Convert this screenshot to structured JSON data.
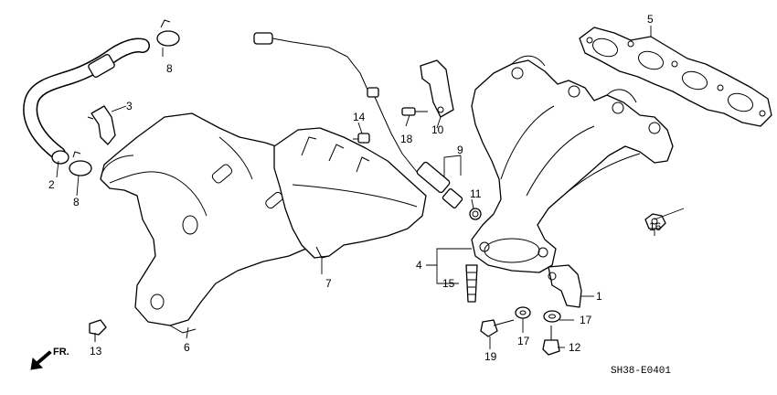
{
  "diagram": {
    "code": "SH38-E0401",
    "direction": "FR.",
    "callouts": {
      "c1": "1",
      "c2": "2",
      "c3": "3",
      "c4": "4",
      "c5": "5",
      "c6": "6",
      "c7": "7",
      "c8a": "8",
      "c8b": "8",
      "c9": "9",
      "c10": "10",
      "c11": "11",
      "c12": "12",
      "c13": "13",
      "c14": "14",
      "c15": "15",
      "c16": "16",
      "c17a": "17",
      "c17b": "17",
      "c18": "18",
      "c19": "19"
    }
  }
}
